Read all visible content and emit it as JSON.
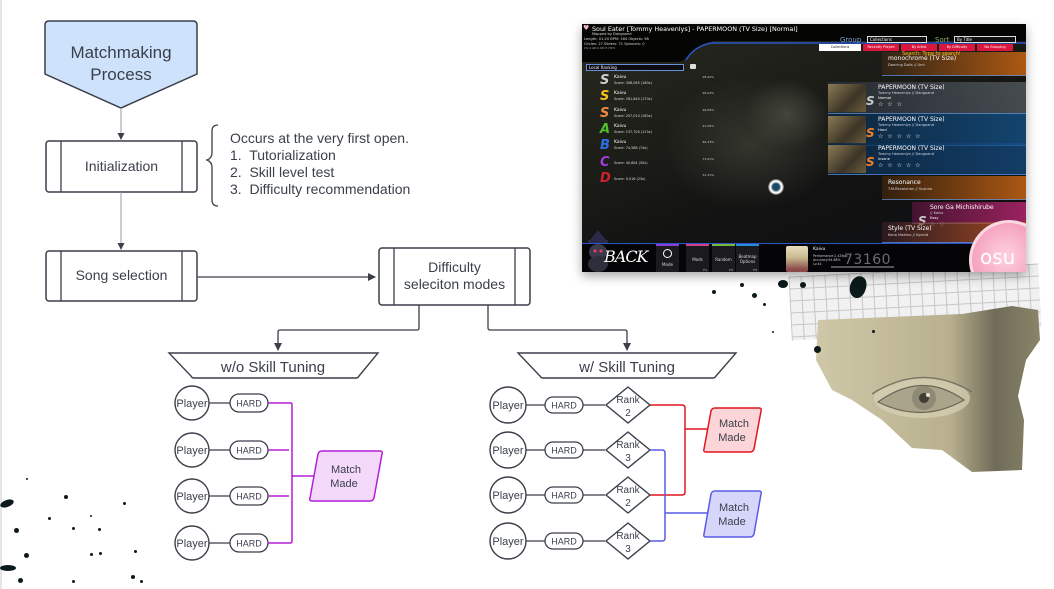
{
  "diagram": {
    "start": {
      "label_line1": "Matchmaking",
      "label_line2": "Process"
    },
    "initialization": {
      "label": "Initialization"
    },
    "init_note": {
      "heading": "Occurs at the very first open.",
      "items": [
        "1.  Tutorialization",
        "2.  Skill level test",
        "3.  Difficulty recommendation"
      ]
    },
    "song_selection": {
      "label": "Song selection"
    },
    "difficulty_modes": {
      "label_line1": "Difficulty",
      "label_line2": "seleciton modes"
    },
    "without_tuning": {
      "label": "w/o Skill Tuning",
      "players": [
        {
          "player": "Player",
          "difficulty": "HARD"
        },
        {
          "player": "Player",
          "difficulty": "HARD"
        },
        {
          "player": "Player",
          "difficulty": "HARD"
        },
        {
          "player": "Player",
          "difficulty": "HARD"
        }
      ],
      "result": {
        "line1": "Match",
        "line2": "Made",
        "color": "#b41fd6",
        "fill": "#f4d9fb"
      }
    },
    "with_tuning": {
      "label": "w/ Skill Tuning",
      "players": [
        {
          "player": "Player",
          "difficulty": "HARD",
          "rank_label": "Rank",
          "rank": "2"
        },
        {
          "player": "Player",
          "difficulty": "HARD",
          "rank_label": "Rank",
          "rank": "3"
        },
        {
          "player": "Player",
          "difficulty": "HARD",
          "rank_label": "Rank",
          "rank": "2"
        },
        {
          "player": "Player",
          "difficulty": "HARD",
          "rank_label": "Rank",
          "rank": "3"
        }
      ],
      "results": [
        {
          "line1": "Match",
          "line2": "Made",
          "rank_group": "2",
          "color": "#e0151e",
          "fill": "#fbd5d7"
        },
        {
          "line1": "Match",
          "line2": "Made",
          "rank_group": "3",
          "color": "#5a5ae6",
          "fill": "#d6d6fb"
        }
      ]
    },
    "colors": {
      "start_fill": "#cfe2fb",
      "stroke": "#3a3f4a",
      "connector": "#8a8f98"
    }
  },
  "osu_screenshot": {
    "beatmap_title": "Soul Eater [Tommy Heavenlys] - PAPERMOON (TV Size) [Normal]",
    "mapped_by": "Mapped by Dangoand",
    "length_info": "Length: 01:20 BPM: 164 Objects: 98",
    "objects_info": "Circles: 27 Sliders: 71 Spinners: 0",
    "extra_info": "CS:4 AR:4 OD:5 HP:5",
    "group_label": "Group",
    "group_value": "Collections",
    "sort_label": "Sort",
    "sort_value": "By Title",
    "tabs": [
      {
        "label": "Collections",
        "active": true
      },
      {
        "label": "Recently Played",
        "active": false
      },
      {
        "label": "By Artist",
        "active": false
      },
      {
        "label": "By Difficulty",
        "active": false
      },
      {
        "label": "No Grouping",
        "active": false
      }
    ],
    "ranking_dropdown": "Local Ranking",
    "scores": [
      {
        "grade": "S",
        "grade_color": "#d0d0d0",
        "name": "Kaivu",
        "score": "Score: 308,065 (160x)",
        "acc": "98.92%"
      },
      {
        "grade": "S",
        "grade_color": "#f5c21b",
        "name": "Kaivu",
        "score": "Score: 261,840 (170x)",
        "acc": "96.04%"
      },
      {
        "grade": "S",
        "grade_color": "#f08a3c",
        "name": "Kaivu",
        "score": "Score: 257,010 (160x)",
        "acc": "96.69%"
      },
      {
        "grade": "A",
        "grade_color": "#4fc12a",
        "name": "Kaivu",
        "score": "Score: 137,700 (113x)",
        "acc": "91.06%"
      },
      {
        "grade": "B",
        "grade_color": "#2a6ee8",
        "name": "Kaivu",
        "score": "Score: 74,588 (74x)",
        "acc": "86.33%"
      },
      {
        "grade": "C",
        "grade_color": "#a03cdc",
        "name": "",
        "score": "Score: 40,604 (50x)",
        "acc": "73.61%"
      },
      {
        "grade": "D",
        "grade_color": "#d0202c",
        "name": "",
        "score": "Score: 9,016 (23x)",
        "acc": "31.41%"
      }
    ],
    "song_list": [
      {
        "type": "pack",
        "title": "monochrome (TV Size)",
        "artist": "Dancing Dolls // Umi",
        "overlay": "Search: Type to search!"
      },
      {
        "type": "diff",
        "grade": "S",
        "grade_color": "#c8c8c8",
        "title": "PAPERMOON (TV Size)",
        "artist": "Tommy Heavenlys // Dangoand",
        "diff": "Normal",
        "stars": "☆ ☆ ☆"
      },
      {
        "type": "diff",
        "grade": "S",
        "grade_color": "#f0802a",
        "title": "PAPERMOON (TV Size)",
        "artist": "Tommy Heavenlys // Dangoand",
        "diff": "Hard",
        "stars": "☆ ☆ ☆ ☆ ☆"
      },
      {
        "type": "diff",
        "grade": "S",
        "grade_color": "#f0802a",
        "title": "PAPERMOON (TV Size)",
        "artist": "Tommy Heavenlys // Dangoand",
        "diff": "Insane",
        "stars": "☆ ☆ ☆ ☆ ☆"
      },
      {
        "type": "pack",
        "title": "Resonance",
        "artist": "T.M.Revolution // Sushiro"
      },
      {
        "type": "diff",
        "grade": "S",
        "grade_color": "#c8c8c8",
        "title": "Sore Ga Michishirube",
        "artist": "// Kaivu",
        "diff": "Easy",
        "stars": "☆ ☆"
      },
      {
        "type": "pack",
        "title": "Style (TV Size)",
        "artist": "Kana Nishino // Kyonid"
      }
    ],
    "back_label": "BACK",
    "bottom_buttons": [
      {
        "label": "Mode",
        "fkey": "",
        "color": "#8a3cd6"
      },
      {
        "label": "Mods",
        "fkey": "F1",
        "color": "#d63c8a"
      },
      {
        "label": "Random",
        "fkey": "F2",
        "color": "#7ab83c"
      },
      {
        "label": "Beatmap Options",
        "fkey": "F3",
        "color": "#2a8ad6"
      }
    ],
    "player": {
      "name": "Kaivu",
      "performance": "Performance:2,429pp",
      "accuracy": "Accuracy:94.88%",
      "level": "Lv.44",
      "score_display": "73160",
      "level_progress": 0.62
    },
    "osu_button_label": "osu"
  }
}
